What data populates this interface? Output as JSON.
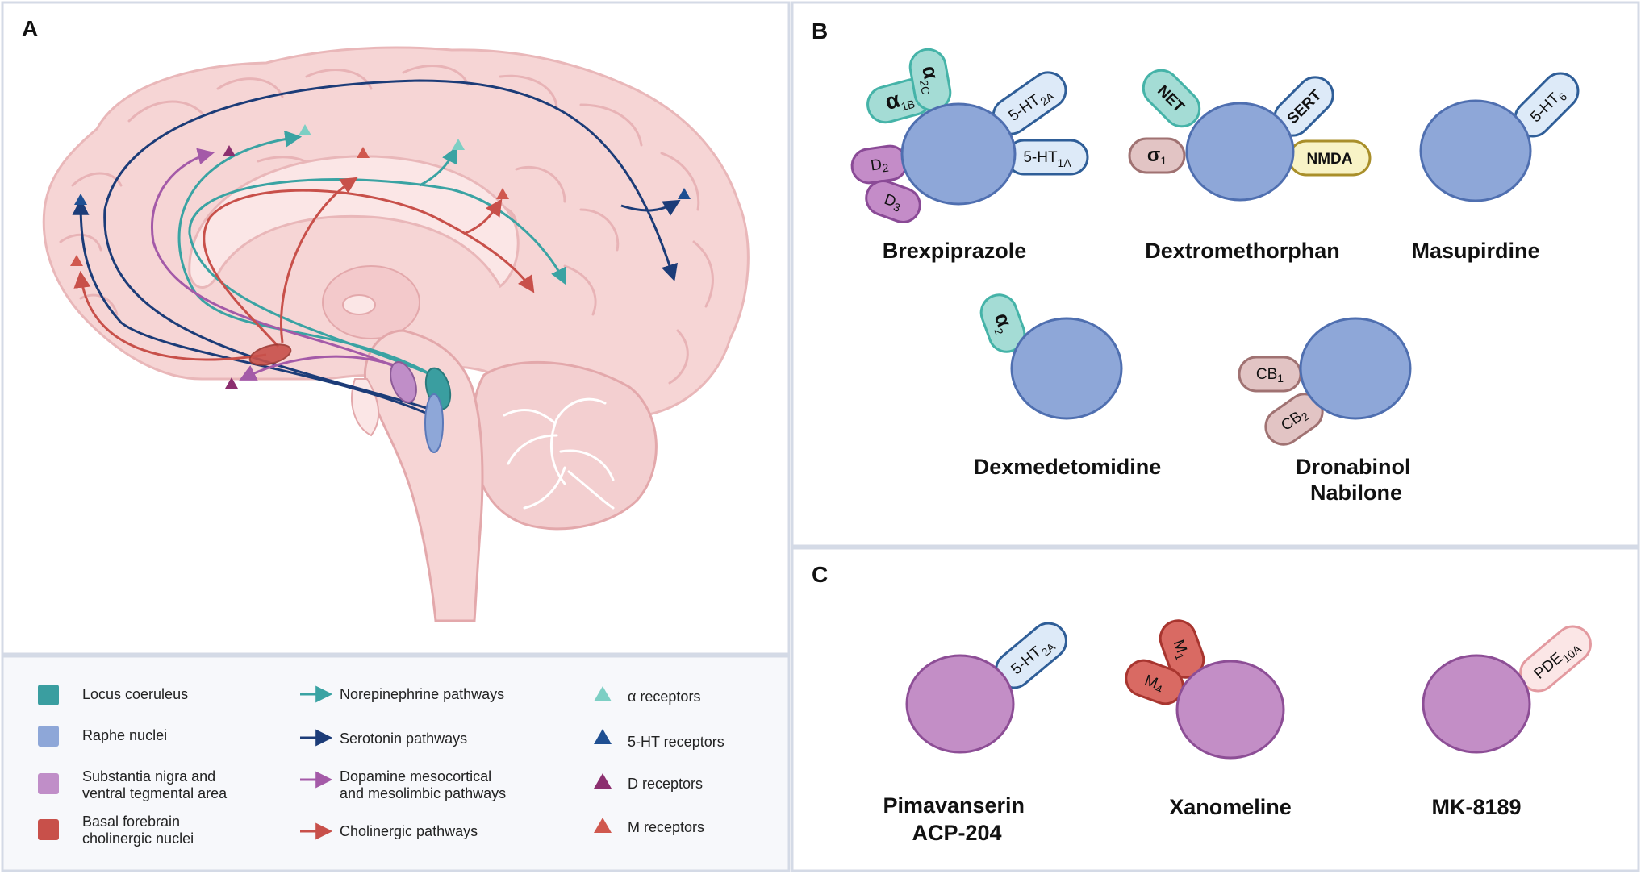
{
  "panels": {
    "a": "A",
    "b": "B",
    "c": "C"
  },
  "colors": {
    "norepinephrine": "#3aa3a3",
    "serotonin": "#1c3c78",
    "dopamine": "#a45aa8",
    "cholinergic": "#c8504a",
    "alpha_receptor": "#7dcfc4",
    "ht_receptor": "#1f4f92",
    "d_receptor": "#8c2f6f",
    "m_receptor": "#d0584e",
    "drug_blue": "#8ea7d8",
    "drug_purple": "#c38ec6"
  },
  "legend": {
    "regions": [
      {
        "label": "Locus coeruleus",
        "color": "#3a9ea0"
      },
      {
        "label": "Raphe nuclei",
        "color": "#8ea7d8"
      },
      {
        "label": "Substantia nigra and ventral tegmental area",
        "line1": "Substantia nigra and",
        "line2": "ventral tegmental area",
        "color": "#c08ec8"
      },
      {
        "label": "Basal forebrain cholinergic nuclei",
        "line1": "Basal forebrain",
        "line2": "cholinergic nuclei",
        "color": "#c8504a"
      }
    ],
    "pathways": [
      {
        "label": "Norepinephrine pathways",
        "color": "#3aa3a3"
      },
      {
        "label": "Serotonin pathways",
        "color": "#1c3c78"
      },
      {
        "label": "Dopamine mesocortical and mesolimbic pathways",
        "line1": "Dopamine mesocortical",
        "line2": "and mesolimbic pathways",
        "color": "#a45aa8"
      },
      {
        "label": "Cholinergic pathways",
        "color": "#c8504a"
      }
    ],
    "receptors": [
      {
        "label": "α receptors",
        "color": "#7dcfc4"
      },
      {
        "label": "5-HT receptors",
        "color": "#1f4f92"
      },
      {
        "label": "D receptors",
        "color": "#8c2f6f"
      },
      {
        "label": "M receptors",
        "color": "#d0584e"
      }
    ]
  },
  "drugs": {
    "brexpiprazole": {
      "name": "Brexpiprazole",
      "receptors": {
        "a1b": {
          "base": "α",
          "sub": "1B"
        },
        "a2c": {
          "base": "α",
          "sub": "2C"
        },
        "ht2a": {
          "base": "5-HT",
          "sub": "2A"
        },
        "ht1a": {
          "base": "5-HT",
          "sub": "1A"
        },
        "d2": {
          "base": "D",
          "sub": "2"
        },
        "d3": {
          "base": "D",
          "sub": "3"
        }
      }
    },
    "dextromethorphan": {
      "name": "Dextromethorphan",
      "receptors": {
        "net": {
          "base": "NET",
          "sub": ""
        },
        "sert": {
          "base": "SERT",
          "sub": ""
        },
        "sigma1": {
          "base": "σ",
          "sub": "1"
        },
        "nmda": {
          "base": "NMDA",
          "sub": ""
        }
      }
    },
    "masupirdine": {
      "name": "Masupirdine",
      "receptors": {
        "ht6": {
          "base": "5-HT",
          "sub": "6"
        }
      }
    },
    "dexmedetomidine": {
      "name": "Dexmedetomidine",
      "receptors": {
        "a2": {
          "base": "α",
          "sub": "2"
        }
      }
    },
    "dronabinol": {
      "name_line1": "Dronabinol",
      "name_line2": "Nabilone",
      "receptors": {
        "cb1": {
          "base": "CB",
          "sub": "1"
        },
        "cb2": {
          "base": "CB",
          "sub": "2"
        }
      }
    },
    "pimavanserin": {
      "name_line1": "Pimavanserin",
      "name_line2": "ACP-204",
      "receptors": {
        "ht2a": {
          "base": "5-HT",
          "sub": "2A"
        }
      }
    },
    "xanomeline": {
      "name": "Xanomeline",
      "receptors": {
        "m1": {
          "base": "M",
          "sub": "1"
        },
        "m4": {
          "base": "M",
          "sub": "4"
        }
      }
    },
    "mk8189": {
      "name": "MK-8189",
      "receptors": {
        "pde10a": {
          "base": "PDE",
          "sub": "10A"
        }
      }
    }
  }
}
